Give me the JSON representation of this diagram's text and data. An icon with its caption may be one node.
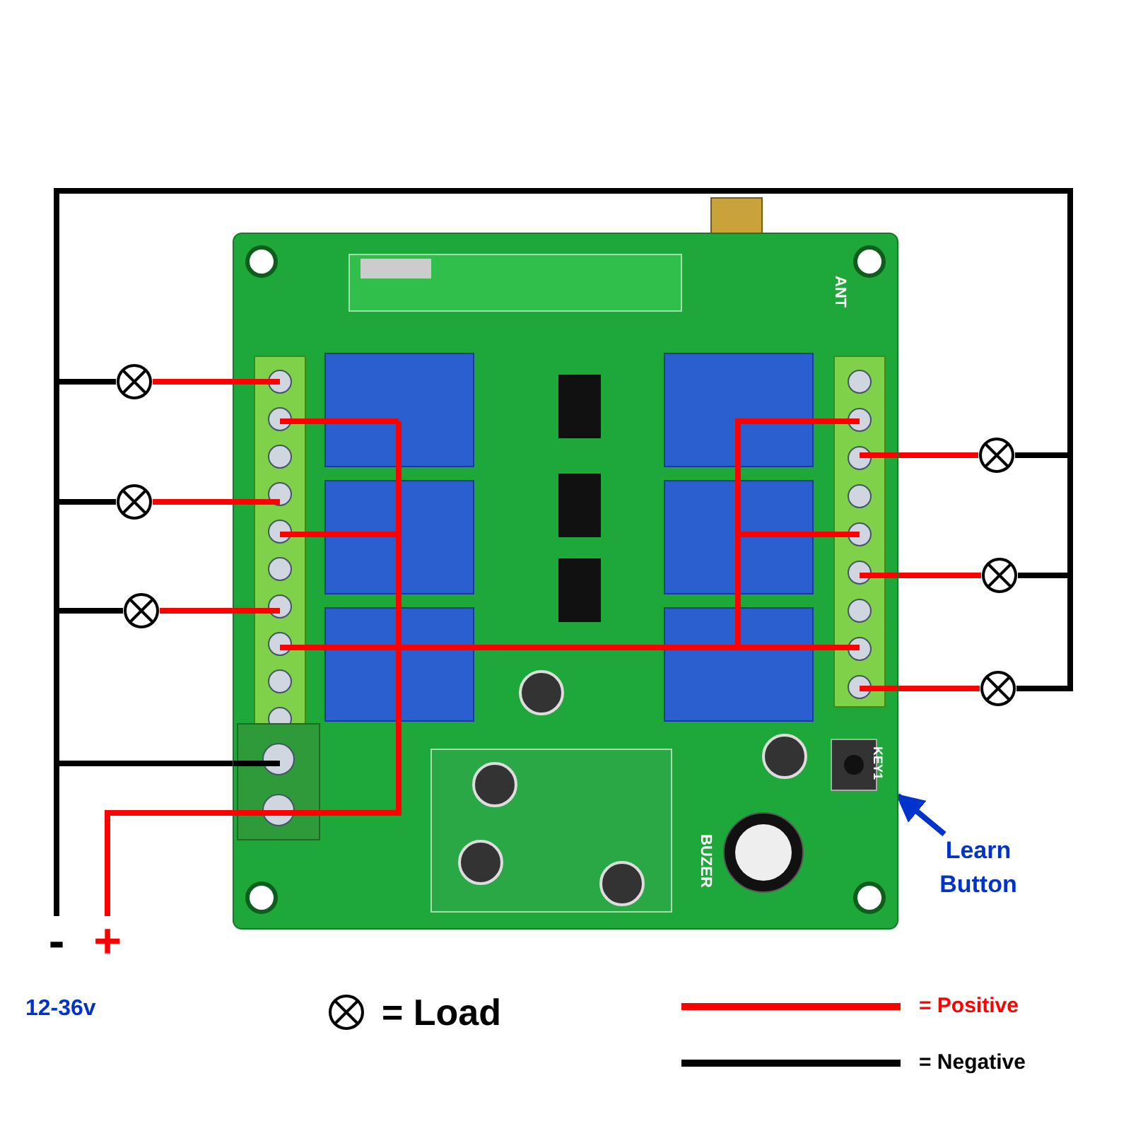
{
  "diagram": {
    "nodes": [
      {
        "text": [
          "-"
        ]
      },
      {
        "text": [
          "+"
        ]
      },
      {
        "text": [],
        "shape": "picture"
      },
      {
        "text": [],
        "shape": "circle"
      },
      {
        "text": [],
        "shape": "circle"
      },
      {
        "text": [],
        "shape": "circle"
      },
      {
        "text": [],
        "shape": "circle"
      },
      {
        "text": [],
        "shape": "circle"
      },
      {
        "text": [],
        "shape": "circle"
      },
      {
        "text": [
          "Learn Button"
        ]
      }
    ],
    "edges": [
      {
        "from": 0,
        "to": 3,
        "arrow": "none",
        "color": "#000000"
      },
      {
        "from": 0,
        "to": 4,
        "arrow": "none",
        "color": "#000000"
      },
      {
        "from": 0,
        "to": 5,
        "arrow": "none",
        "color": "#000000"
      },
      {
        "from": 0,
        "to": 6,
        "arrow": "none",
        "color": "#000000"
      },
      {
        "from": 0,
        "to": 7,
        "arrow": "none",
        "color": "#000000"
      },
      {
        "from": 0,
        "to": 8,
        "arrow": "none",
        "color": "#000000"
      },
      {
        "from": 2,
        "to": 0,
        "arrow": "none",
        "color": "#000000"
      },
      {
        "from": 3,
        "to": 2,
        "arrow": "none",
        "color": "#ff0000"
      },
      {
        "from": 4,
        "to": 2,
        "arrow": "none",
        "color": "#ff0000"
      },
      {
        "from": 5,
        "to": 2,
        "arrow": "none",
        "color": "#ff0000"
      },
      {
        "from": 6,
        "to": 2,
        "arrow": "none",
        "color": "#ff0000"
      },
      {
        "from": 7,
        "to": 2,
        "arrow": "none",
        "color": "#ff0000"
      },
      {
        "from": 8,
        "to": 2,
        "arrow": "none",
        "color": "#ff0000"
      },
      {
        "from": 1,
        "to": 2,
        "arrow": "none",
        "color": "#ff0000"
      },
      {
        "from": 9,
        "to": 2,
        "arrow": "to",
        "color": "#0033cc"
      }
    ],
    "labels": [
      "12-36v",
      "ANT",
      "KEY1",
      "BUZER"
    ],
    "legend": [
      {
        "text": "= Load"
      },
      {
        "text": "= Positive"
      },
      {
        "text": "= Negative"
      }
    ]
  }
}
